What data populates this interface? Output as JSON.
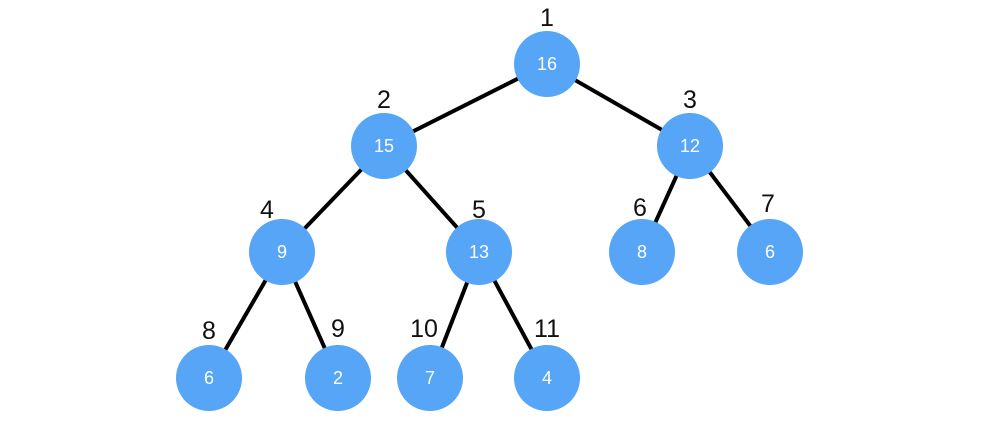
{
  "node_color": "#56a5f7",
  "edge_color": "#000000",
  "nodes": [
    {
      "index": "1",
      "value": "16"
    },
    {
      "index": "2",
      "value": "15"
    },
    {
      "index": "3",
      "value": "12"
    },
    {
      "index": "4",
      "value": "9"
    },
    {
      "index": "5",
      "value": "13"
    },
    {
      "index": "6",
      "value": "8"
    },
    {
      "index": "7",
      "value": "6"
    },
    {
      "index": "8",
      "value": "6"
    },
    {
      "index": "9",
      "value": "2"
    },
    {
      "index": "10",
      "value": "7"
    },
    {
      "index": "11",
      "value": "4"
    }
  ],
  "edges": [
    [
      "1",
      "2"
    ],
    [
      "1",
      "3"
    ],
    [
      "2",
      "4"
    ],
    [
      "2",
      "5"
    ],
    [
      "3",
      "6"
    ],
    [
      "3",
      "7"
    ],
    [
      "4",
      "8"
    ],
    [
      "4",
      "9"
    ],
    [
      "5",
      "10"
    ],
    [
      "5",
      "11"
    ]
  ]
}
